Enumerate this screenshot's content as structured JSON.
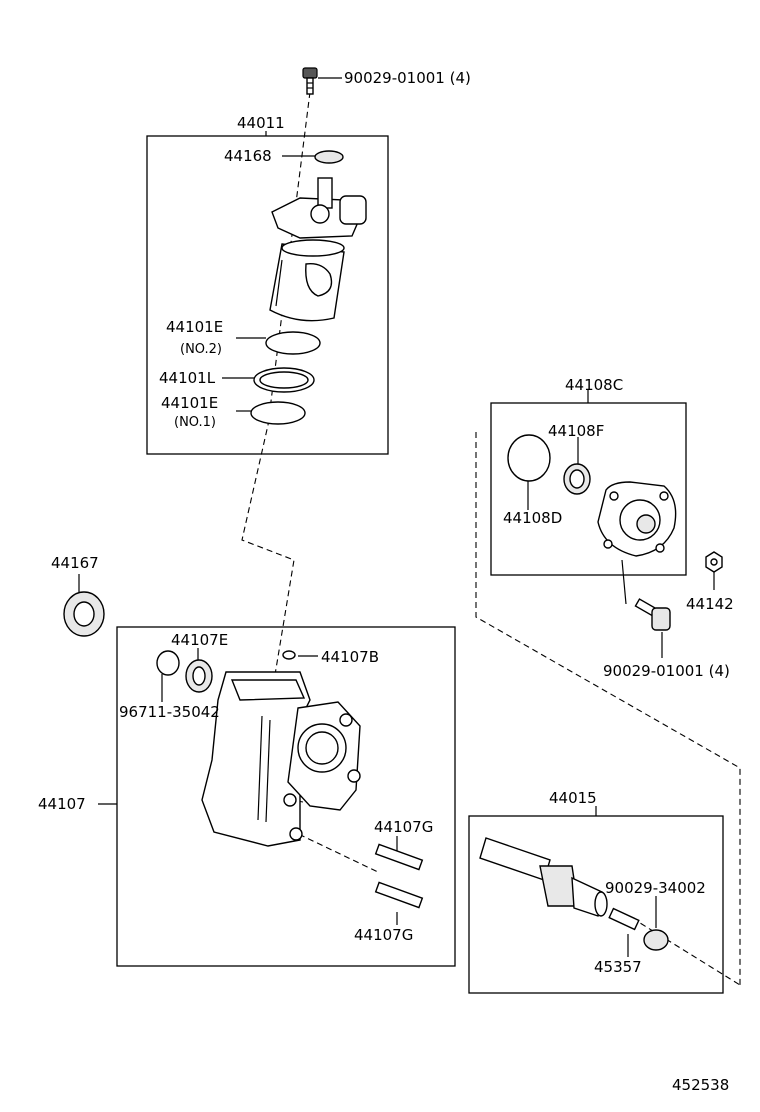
{
  "diagram": {
    "labels": {
      "bolt_top": "90029-01001 (4)",
      "assy_44011": "44011",
      "p44168": "44168",
      "p44101E_2": "44101E",
      "p44101E_2_note": "(NO.2)",
      "p44101L": "44101L",
      "p44101E_1": "44101E",
      "p44101E_1_note": "(NO.1)",
      "assy_44108C": "44108C",
      "p44108F": "44108F",
      "p44108D": "44108D",
      "p44142": "44142",
      "bolt_right": "90029-01001 (4)",
      "p44167": "44167",
      "p44107E": "44107E",
      "p44107B": "44107B",
      "p96711": "96711-35042",
      "assy_44107": "44107",
      "p44107G_a": "44107G",
      "p44107G_b": "44107G",
      "assy_44015": "44015",
      "p90029_34002": "90029-34002",
      "p45357": "45357",
      "ref": "452538"
    }
  }
}
